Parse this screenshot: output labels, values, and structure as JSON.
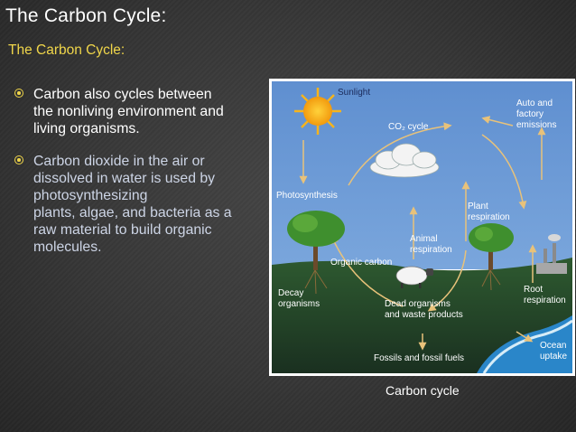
{
  "slide": {
    "title": "The Carbon Cycle:",
    "subtitle": "The Carbon Cycle:",
    "bullets": [
      {
        "lines": [
          "Carbon also cycles between",
          "the nonliving environment and",
          "living organisms."
        ],
        "color": "#ffffff"
      },
      {
        "lines": [
          "Carbon dioxide in the air or",
          "dissolved in water is used by",
          "photosynthesizing",
          "plants, algae, and bacteria as a",
          "raw material to build organic",
          "molecules."
        ],
        "color": "#cdd5e6"
      }
    ],
    "accent_color": "#f0d64a"
  },
  "figure": {
    "caption": "Carbon cycle",
    "labels": {
      "sunlight": "Sunlight",
      "co2_cycle": "CO₂ cycle",
      "auto_factory": [
        "Auto and",
        "factory",
        "emissions"
      ],
      "photosynthesis": "Photosynthesis",
      "plant_respiration": [
        "Plant",
        "respiration"
      ],
      "animal_respiration": [
        "Animal",
        "respiration"
      ],
      "organic_carbon": "Organic carbon",
      "decay_organisms": [
        "Decay",
        "organisms"
      ],
      "dead_organisms": [
        "Dead organisms",
        "and waste products"
      ],
      "root_respiration": [
        "Root",
        "respiration"
      ],
      "fossils": "Fossils and fossil fuels",
      "ocean_uptake": [
        "Ocean",
        "uptake"
      ]
    }
  }
}
